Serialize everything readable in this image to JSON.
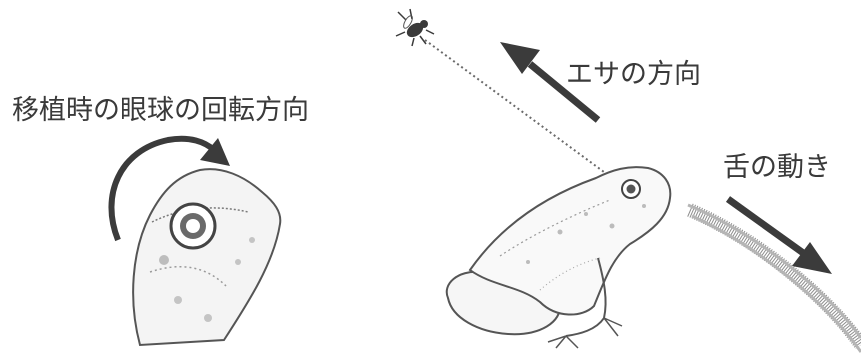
{
  "labels": {
    "rotation": "移植時の眼球の回転方向",
    "food_direction": "エサの方向",
    "tongue_motion": "舌の動き"
  },
  "colors": {
    "arrow": "#3b3b3b",
    "ink": "#3a3a3a",
    "tongue": "#8d8d8d",
    "background": "#ffffff"
  },
  "icons": {
    "fly": "fly-icon",
    "frog_head": "frog-head-icon",
    "frog_body": "frog-body-icon"
  }
}
